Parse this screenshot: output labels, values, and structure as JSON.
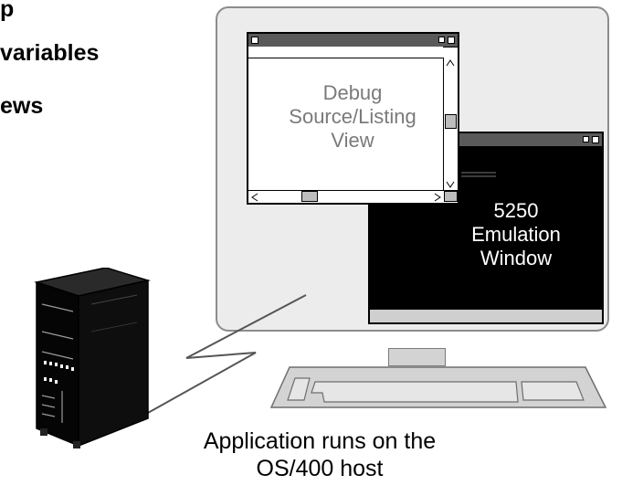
{
  "left_text": {
    "line1": "p",
    "line2": "variables",
    "line3": "ews"
  },
  "debug_window": {
    "line1": "Debug",
    "line2": "Source/Listing",
    "line3": "View"
  },
  "emulation_window": {
    "line1": "5250",
    "line2": "Emulation",
    "line3": "Window"
  },
  "caption": {
    "line1": "Application runs on the",
    "line2": "OS/400 host"
  }
}
